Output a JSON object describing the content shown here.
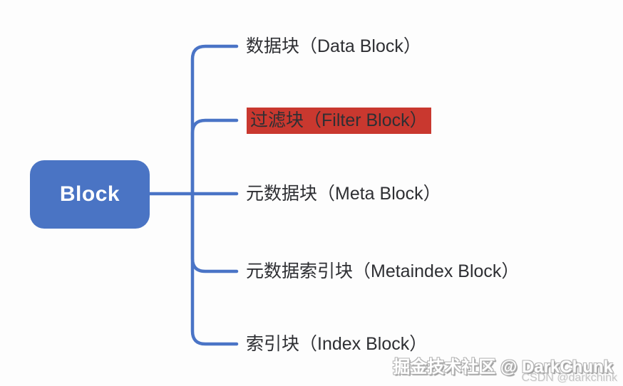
{
  "diagram": {
    "type": "mindmap",
    "root": {
      "label": "Block"
    },
    "branches": [
      {
        "label": "数据块（Data Block）",
        "highlighted": false
      },
      {
        "label": "过滤块（Filter Block）",
        "highlighted": true
      },
      {
        "label": "元数据块（Meta Block）",
        "highlighted": false
      },
      {
        "label": "元数据索引块（Metaindex Block）",
        "highlighted": false
      },
      {
        "label": "索引块（Index Block）",
        "highlighted": false
      }
    ]
  },
  "watermark": {
    "primary": "掘金技术社区 @ DarkChunk",
    "secondary": "CSDN @darkchink"
  },
  "colors": {
    "node_blue": "#4a74c4",
    "connector_blue": "#4a74c6",
    "highlight_red": "#c9382f",
    "label_text": "#2e2f33",
    "root_text": "#ffffff",
    "background": "#fdfdfd"
  }
}
